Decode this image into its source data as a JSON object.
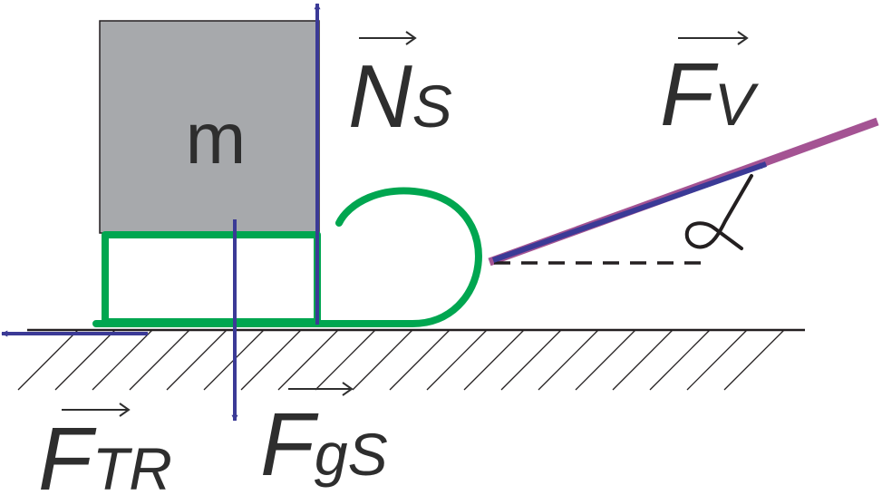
{
  "mass": {
    "label": "m"
  },
  "forces": {
    "normal": {
      "symbol": "N",
      "subscript": "S"
    },
    "pull": {
      "symbol": "F",
      "subscript": "V"
    },
    "friction": {
      "symbol": "F",
      "subscript": "TR"
    },
    "gravity": {
      "symbol": "F",
      "subscript": "gS"
    }
  },
  "angle": {
    "symbol": "α"
  },
  "colors": {
    "force_arrow": "#3b3a96",
    "rope": "#a45393",
    "sled": "#00a650",
    "block_fill": "#a7a9ac",
    "block_stroke": "#231f20",
    "ground": "#231f20",
    "dashed": "#231f20",
    "text": "#2e2e2e"
  }
}
